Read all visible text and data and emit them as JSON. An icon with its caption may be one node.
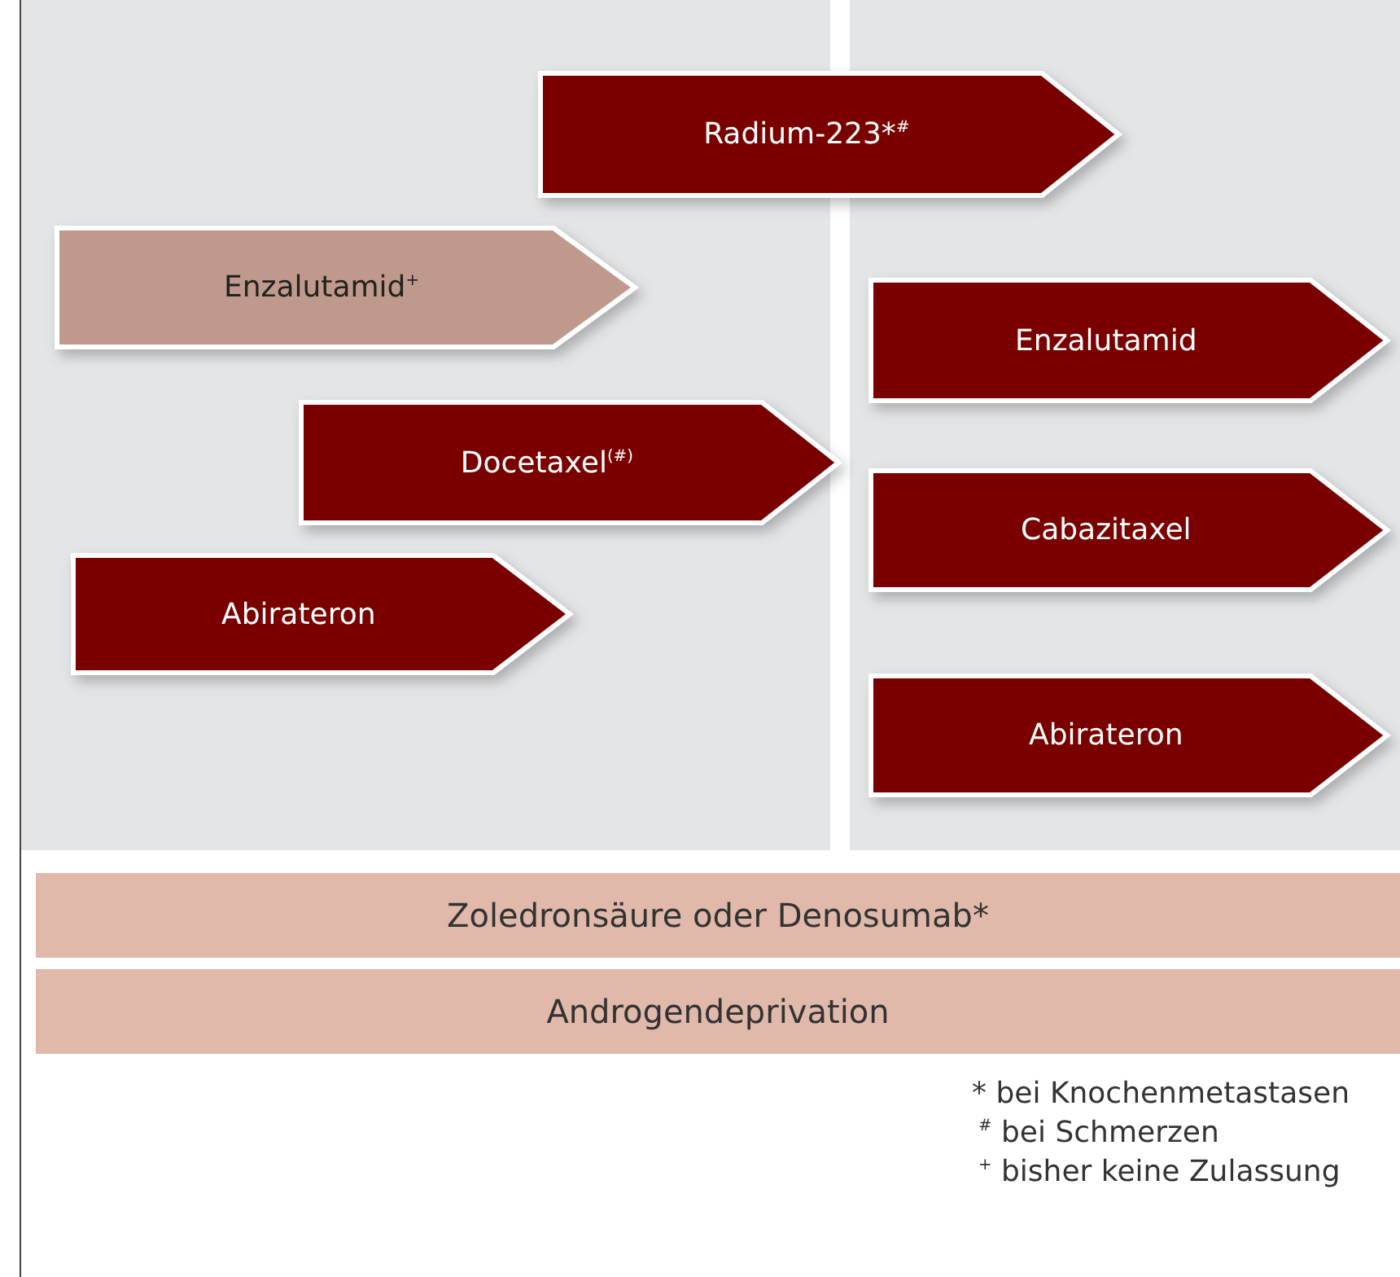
{
  "diagram": {
    "nodes": [
      {
        "text": [
          "Radium-223*$^{#}$"
        ]
      },
      {
        "text": [
          "Enzalutamid$^{+}$"
        ]
      },
      {
        "text": [
          "Enzalutamid"
        ]
      },
      {
        "text": [
          "Docetaxel$^{(#)}$"
        ]
      },
      {
        "text": [
          "Cabazitaxel"
        ]
      },
      {
        "text": [
          "Abirateron"
        ]
      },
      {
        "text": [
          "Abirateron"
        ]
      },
      {
        "text": [
          "Zoledronsäure oder Denosumab*"
        ]
      },
      {
        "text": [
          "Androgendeprivation"
        ]
      }
    ],
    "labels": [
      "* bei Knochenmetastasen",
      "$^{#}$ bei Schmerzen",
      "$^{+}$ bisher keine Zulassung"
    ]
  }
}
